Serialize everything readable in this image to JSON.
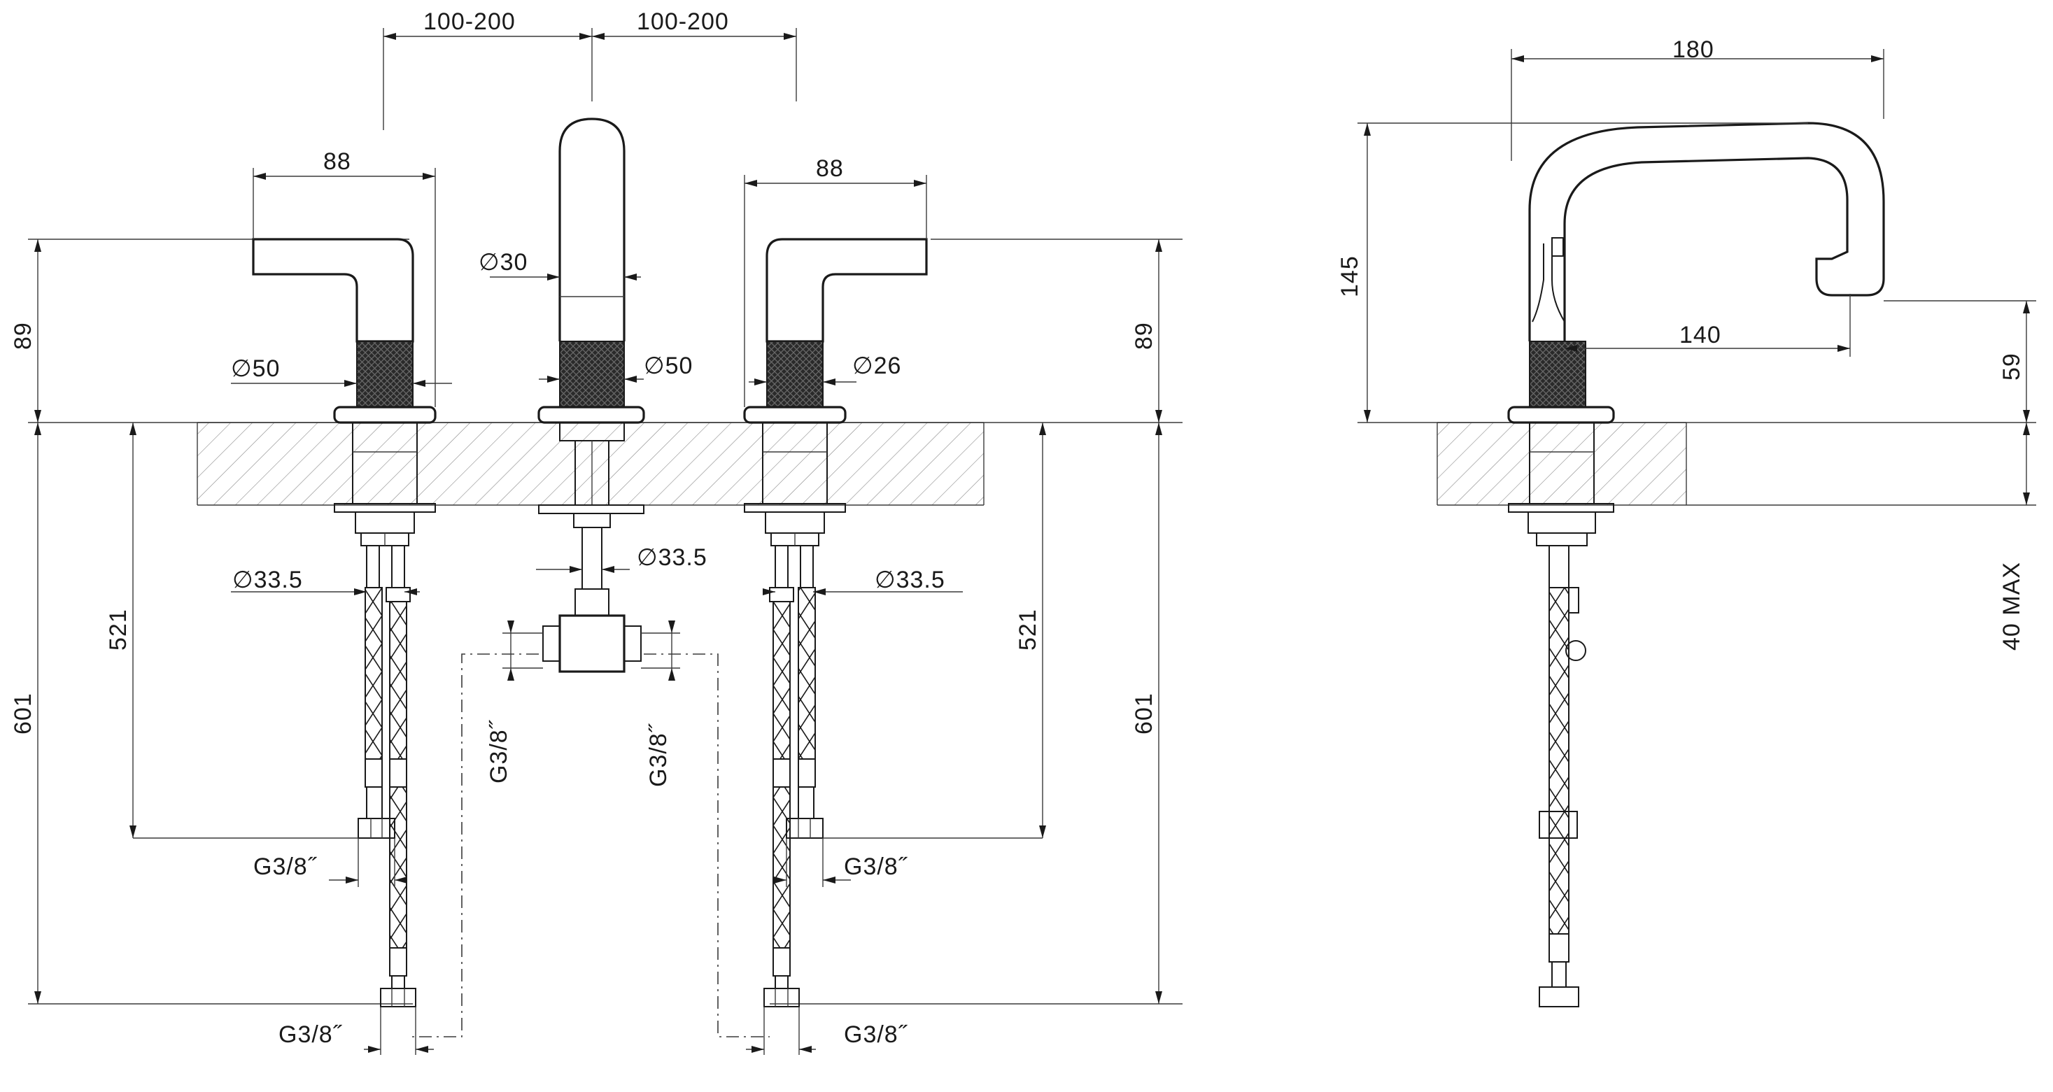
{
  "front_view": {
    "spacing_left": "100-200",
    "spacing_right": "100-200",
    "handle_width_left": "88",
    "handle_width_right": "88",
    "spout_diameter": "∅30",
    "height_left": "89",
    "height_right": "89",
    "body_diameter_left": "∅50",
    "body_diameter_center": "∅50",
    "body_diameter_right": "∅26",
    "shank_diameter_left": "∅33.5",
    "shank_diameter_center": "∅33.5",
    "shank_diameter_right": "∅33.5",
    "hose_length_left": "521",
    "hose_length_right": "521",
    "total_length_left": "601",
    "total_length_right": "601",
    "connection_left_mid": "G3/8˝",
    "connection_right_mid": "G3/8˝",
    "connection_left_bottom": "G3/8˝",
    "connection_right_bottom": "G3/8˝",
    "connection_tee_left": "G3/8˝",
    "connection_tee_right": "G3/8˝"
  },
  "side_view": {
    "reach_total": "180",
    "reach_outlet": "140",
    "spout_height": "145",
    "outlet_height": "59",
    "deck_thickness": "40 MAX"
  },
  "colors": {
    "line": "#1a1a1a",
    "hatch": "#8a8a8a"
  }
}
